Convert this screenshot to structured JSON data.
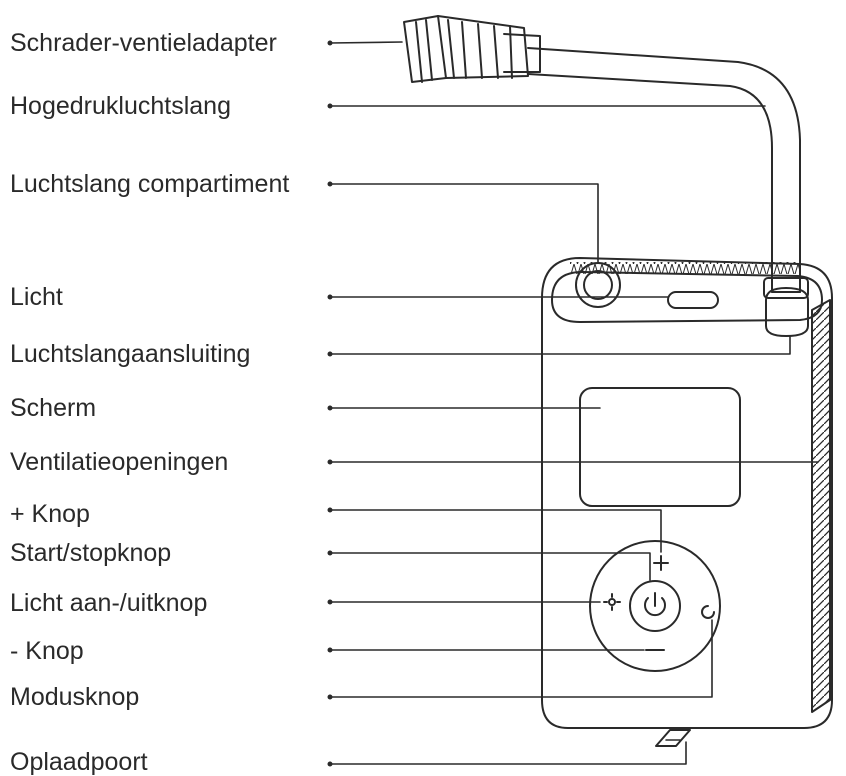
{
  "labels": [
    "Schrader-ventieladapter",
    "Hogedrukluchtslang",
    "Luchtslang compartiment",
    "Licht",
    "Luchtslangaansluiting",
    "Scherm",
    "Ventilatieopeningen",
    " + Knop",
    "Start/stopknop",
    "Licht aan-/uitknop",
    "- Knop",
    "Modusknop",
    "Oplaadpoort"
  ],
  "colors": {
    "line": "#2a2a2a",
    "background": "#ffffff"
  },
  "icons": [
    "power-icon",
    "light-icon",
    "mode-icon",
    "plus-icon",
    "minus-icon",
    "usb-icon"
  ]
}
